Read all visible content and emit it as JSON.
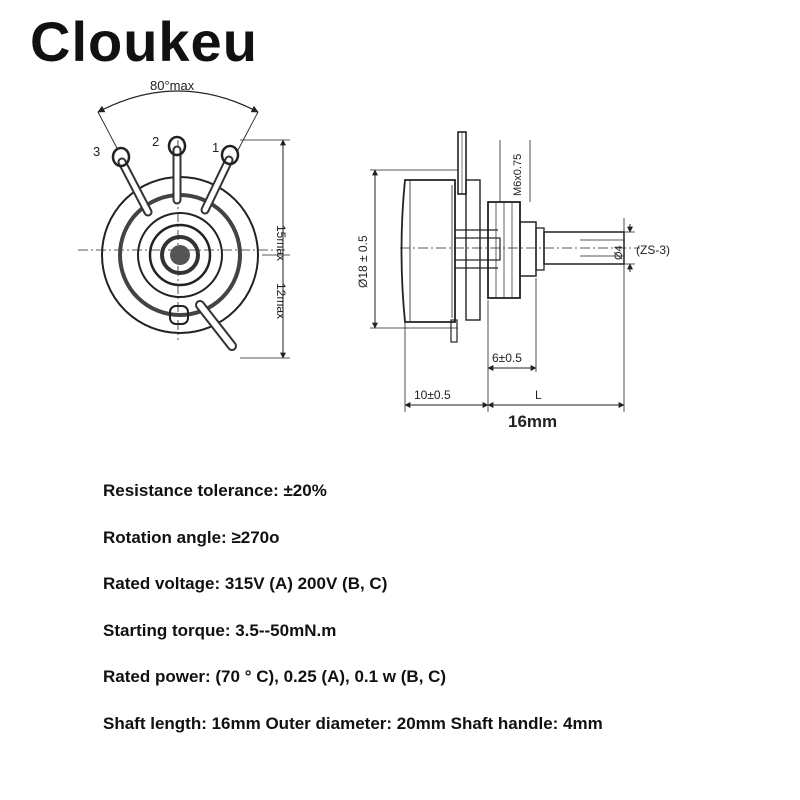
{
  "brand": "Cloukeu",
  "front_view": {
    "angle_label": "80°max",
    "pin_labels": [
      "3",
      "2",
      "1"
    ],
    "height_upper_label": "15max",
    "height_lower_label": "12max"
  },
  "side_view": {
    "diameter_label": "Ø18 ± 0.5",
    "thread_label": "M6x0.75",
    "shaft_diameter_label": "Ø4",
    "model_label": "(ZS-3)",
    "bushing_label": "6±0.5",
    "body_length_label": "10±0.5",
    "shaft_length_symbol": "L",
    "shaft_length_value": "16mm"
  },
  "specs": [
    "Resistance tolerance: ±20%",
    "Rotation angle: ≥270o",
    "Rated voltage: 315V (A) 200V (B, C)",
    "Starting torque: 3.5--50mN.m",
    "Rated power: (70 ° C), 0.25 (A), 0.1 w (B, C)",
    "Shaft length: 16mm Outer diameter: 20mm Shaft handle: 4mm"
  ]
}
